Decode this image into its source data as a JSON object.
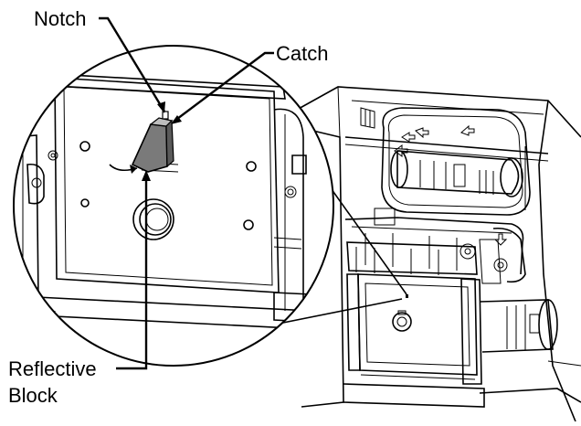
{
  "labels": {
    "notch": "Notch",
    "catch": "Catch",
    "reflective_line1": "Reflective",
    "reflective_line2": "Block"
  }
}
